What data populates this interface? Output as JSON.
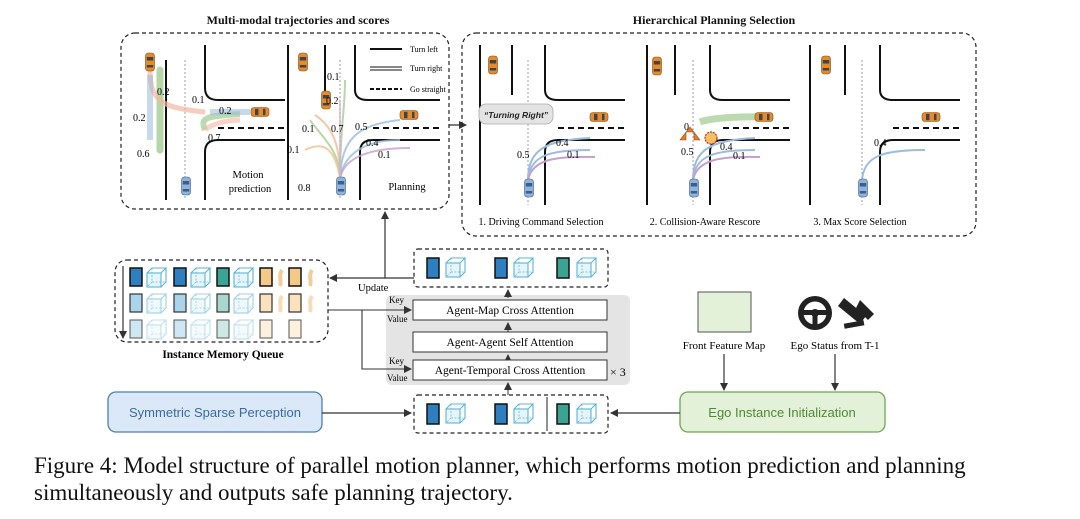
{
  "headings": {
    "left": "Multi-modal trajectories and scores",
    "right": "Hierarchical Planning Selection",
    "memory": "Instance Memory Queue"
  },
  "legend": [
    "Turn left",
    "Turn right",
    "Go straight"
  ],
  "panels": {
    "motion": {
      "label_line1": "Motion",
      "label_line2": "prediction",
      "scores": [
        "0.2",
        "0.2",
        "0.6",
        "0.1",
        "0.2",
        "0.7"
      ]
    },
    "planning": {
      "label": "Planning",
      "scores": [
        "0.1",
        "0.2",
        "0.1",
        "0.7",
        "0.5",
        "0.4",
        "0.1",
        "0.1",
        "0.8"
      ]
    },
    "driving_command": {
      "bubble": "“Turning Right”",
      "scores": [
        "0.5",
        "0.4",
        "0.1"
      ],
      "caption": "1. Driving Command Selection"
    },
    "collision": {
      "scores": [
        "0",
        "0.5",
        "0.4",
        "0.1"
      ],
      "caption": "2. Collision-Aware Rescore"
    },
    "max_score": {
      "scores": [
        "0.4"
      ],
      "caption": "3. Max Score Selection"
    }
  },
  "attention": {
    "map": "Agent-Map Cross Attention",
    "self": "Agent-Agent Self Attention",
    "temporal": "Agent-Temporal Cross Attention",
    "repeat": "× 3",
    "key": "Key",
    "value": "Value"
  },
  "update_label": "Update",
  "inputs": {
    "perception": "Symmetric Sparse Perception",
    "ego_init": "Ego Instance Initialization",
    "front_feature": "Front Feature Map",
    "ego_status": "Ego Status from T-1"
  },
  "caption": {
    "line1": "Figure 4: Model structure of parallel motion planner, which performs motion prediction and planning",
    "line2": "simultaneously and outputs safe planning trajectory."
  },
  "colors": {
    "query_blue": "#2e7fc0",
    "query_light": "#aad4ec",
    "query_teal": "#3aa394",
    "query_orange": "#f5c98a",
    "perception_fill": "#dbe8f7",
    "ego_fill": "#e3f1d8",
    "attention_bg": "#e4e4e4"
  }
}
